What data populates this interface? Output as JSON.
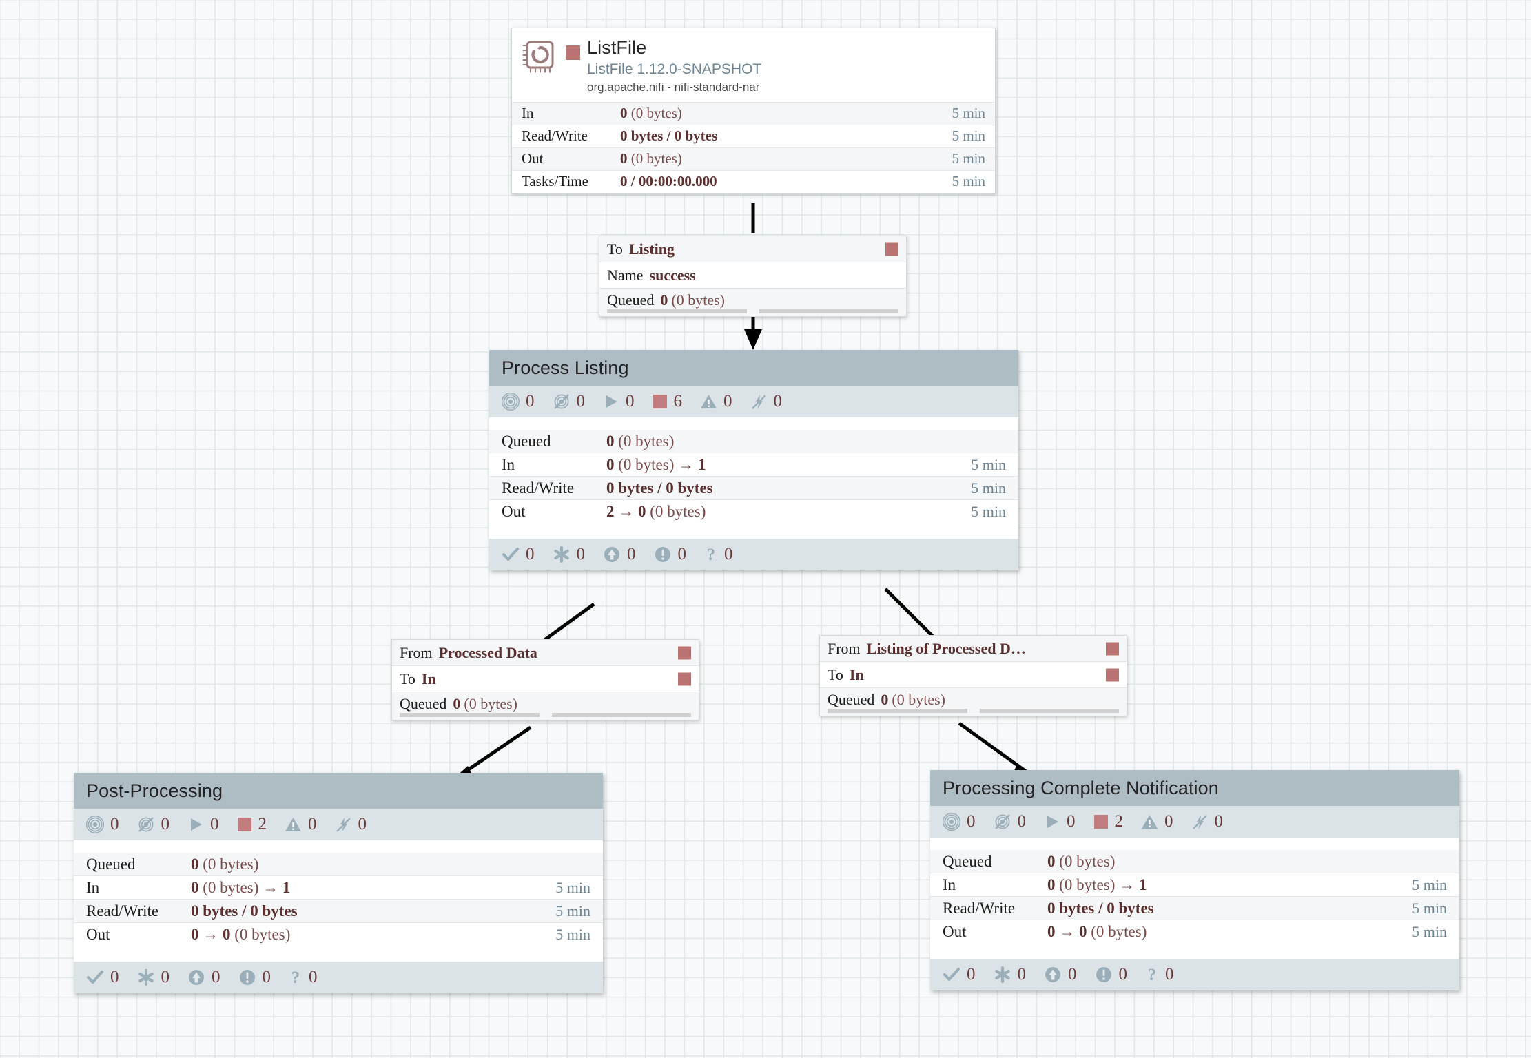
{
  "canvas": {
    "label": "nifi-flow-canvas",
    "colors": {
      "background": "#f7f9fa",
      "grid_line": "#dfe7e7",
      "group_header": "#aebdc4",
      "group_status_bar": "#dce3e7",
      "stopped_red": "#ba7373",
      "stat_value_text": "#5c2f2f",
      "time_text": "#6c8494",
      "edge_line": "#000000"
    }
  },
  "processor": {
    "name": "ListFile",
    "type_version": "ListFile 1.12.0-SNAPSHOT",
    "bundle": "org.apache.nifi - nifi-standard-nar",
    "icon": "processor-chip-icon",
    "run_status_icon": "stopped-square-icon",
    "stats": [
      {
        "label": "In",
        "value_bold": "0",
        "value_rest": " (0 bytes)",
        "time": "5 min"
      },
      {
        "label": "Read/Write",
        "value_bold": "0 bytes / 0 bytes",
        "value_rest": "",
        "time": "5 min"
      },
      {
        "label": "Out",
        "value_bold": "0",
        "value_rest": " (0 bytes)",
        "time": "5 min"
      },
      {
        "label": "Tasks/Time",
        "value_bold": "0 / 00:00:00.000",
        "value_rest": "",
        "time": "5 min"
      }
    ]
  },
  "connections": [
    {
      "id": "listfile-to-listing",
      "rows": [
        {
          "key": "To",
          "value": "Listing",
          "has_square": true
        },
        {
          "key": "Name",
          "value": "success",
          "has_square": false
        }
      ],
      "queued_key": "Queued",
      "queued_bold": "0",
      "queued_rest": " (0 bytes)"
    },
    {
      "id": "processed-data-to-post-processing",
      "rows": [
        {
          "key": "From",
          "value": "Processed Data",
          "has_square": true
        },
        {
          "key": "To",
          "value": "In",
          "has_square": true
        }
      ],
      "queued_key": "Queued",
      "queued_bold": "0",
      "queued_rest": " (0 bytes)"
    },
    {
      "id": "listing-of-processed-to-notification",
      "rows": [
        {
          "key": "From",
          "value": "Listing of Processed D…",
          "has_square": true
        },
        {
          "key": "To",
          "value": "In",
          "has_square": true
        }
      ],
      "queued_key": "Queued",
      "queued_bold": "0",
      "queued_rest": " (0 bytes)"
    }
  ],
  "groups": [
    {
      "id": "process-listing",
      "title": "Process Listing",
      "top_status": [
        {
          "icon": "transmitting-icon",
          "count": "0"
        },
        {
          "icon": "not-transmitting-icon",
          "count": "0"
        },
        {
          "icon": "running-icon",
          "count": "0"
        },
        {
          "icon": "stopped-icon",
          "count": "6"
        },
        {
          "icon": "invalid-warning-icon",
          "count": "0"
        },
        {
          "icon": "disabled-icon",
          "count": "0"
        }
      ],
      "rows": [
        {
          "label": "Queued",
          "bold": "0",
          "rest": " (0 bytes)",
          "time": ""
        },
        {
          "label": "In",
          "bold": "0",
          "rest": " (0 bytes) → ",
          "bold2": "1",
          "time": "5 min"
        },
        {
          "label": "Read/Write",
          "bold": "0 bytes / 0 bytes",
          "rest": "",
          "time": "5 min"
        },
        {
          "label": "Out",
          "bold": "2",
          "rest": " → ",
          "bold2": "0",
          "rest2": " (0 bytes)",
          "time": "5 min"
        }
      ],
      "bottom_status": [
        {
          "icon": "check-icon",
          "count": "0"
        },
        {
          "icon": "asterisk-icon",
          "count": "0"
        },
        {
          "icon": "up-arrow-circle-icon",
          "count": "0"
        },
        {
          "icon": "exclamation-circle-icon",
          "count": "0"
        },
        {
          "icon": "question-mark-icon",
          "count": "0"
        }
      ]
    },
    {
      "id": "post-processing",
      "title": "Post-Processing",
      "top_status": [
        {
          "icon": "transmitting-icon",
          "count": "0"
        },
        {
          "icon": "not-transmitting-icon",
          "count": "0"
        },
        {
          "icon": "running-icon",
          "count": "0"
        },
        {
          "icon": "stopped-icon",
          "count": "2"
        },
        {
          "icon": "invalid-warning-icon",
          "count": "0"
        },
        {
          "icon": "disabled-icon",
          "count": "0"
        }
      ],
      "rows": [
        {
          "label": "Queued",
          "bold": "0",
          "rest": " (0 bytes)",
          "time": ""
        },
        {
          "label": "In",
          "bold": "0",
          "rest": " (0 bytes) → ",
          "bold2": "1",
          "time": "5 min"
        },
        {
          "label": "Read/Write",
          "bold": "0 bytes / 0 bytes",
          "rest": "",
          "time": "5 min"
        },
        {
          "label": "Out",
          "bold": "0",
          "rest": " → ",
          "bold2": "0",
          "rest2": " (0 bytes)",
          "time": "5 min"
        }
      ],
      "bottom_status": [
        {
          "icon": "check-icon",
          "count": "0"
        },
        {
          "icon": "asterisk-icon",
          "count": "0"
        },
        {
          "icon": "up-arrow-circle-icon",
          "count": "0"
        },
        {
          "icon": "exclamation-circle-icon",
          "count": "0"
        },
        {
          "icon": "question-mark-icon",
          "count": "0"
        }
      ]
    },
    {
      "id": "processing-complete-notification",
      "title": "Processing Complete Notification",
      "top_status": [
        {
          "icon": "transmitting-icon",
          "count": "0"
        },
        {
          "icon": "not-transmitting-icon",
          "count": "0"
        },
        {
          "icon": "running-icon",
          "count": "0"
        },
        {
          "icon": "stopped-icon",
          "count": "2"
        },
        {
          "icon": "invalid-warning-icon",
          "count": "0"
        },
        {
          "icon": "disabled-icon",
          "count": "0"
        }
      ],
      "rows": [
        {
          "label": "Queued",
          "bold": "0",
          "rest": " (0 bytes)",
          "time": ""
        },
        {
          "label": "In",
          "bold": "0",
          "rest": " (0 bytes) → ",
          "bold2": "1",
          "time": "5 min"
        },
        {
          "label": "Read/Write",
          "bold": "0 bytes / 0 bytes",
          "rest": "",
          "time": "5 min"
        },
        {
          "label": "Out",
          "bold": "0",
          "rest": " → ",
          "bold2": "0",
          "rest2": " (0 bytes)",
          "time": "5 min"
        }
      ],
      "bottom_status": [
        {
          "icon": "check-icon",
          "count": "0"
        },
        {
          "icon": "asterisk-icon",
          "count": "0"
        },
        {
          "icon": "up-arrow-circle-icon",
          "count": "0"
        },
        {
          "icon": "exclamation-circle-icon",
          "count": "0"
        },
        {
          "icon": "question-mark-icon",
          "count": "0"
        }
      ]
    }
  ]
}
